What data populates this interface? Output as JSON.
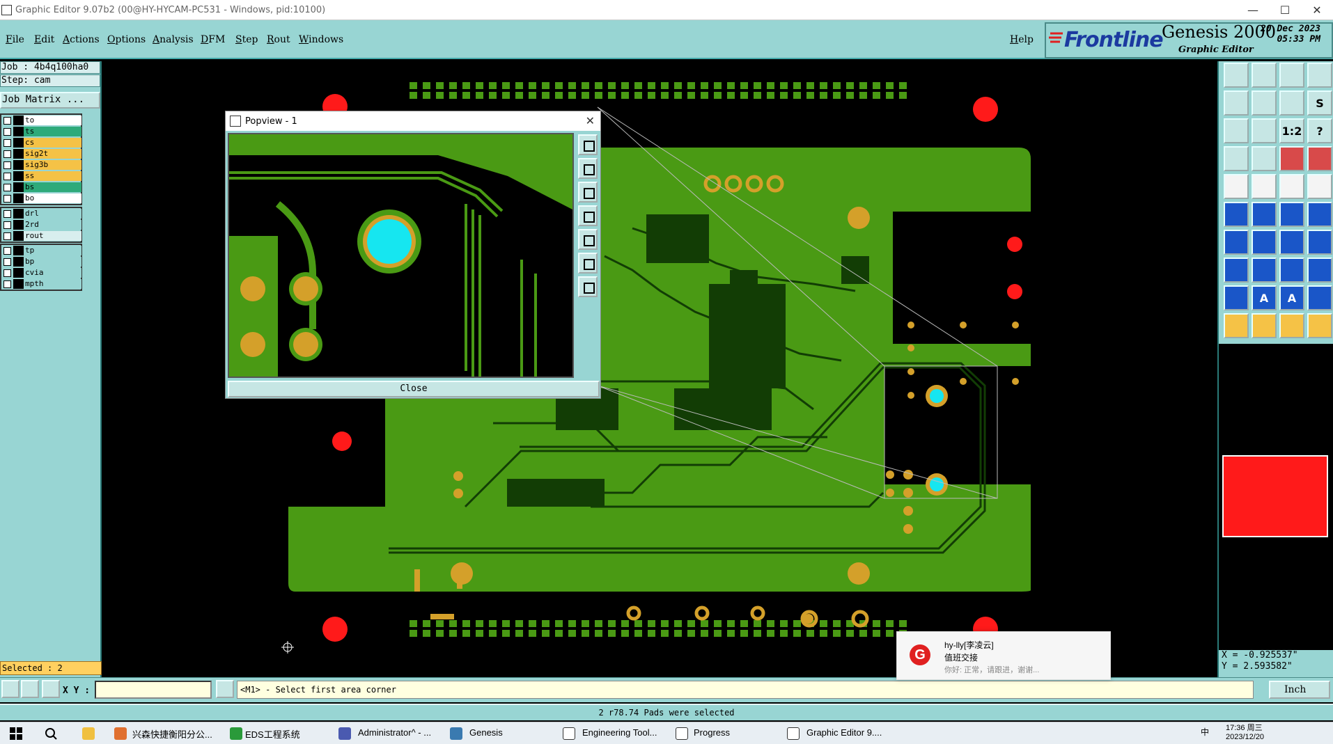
{
  "window": {
    "title": "Graphic Editor 9.07b2 (00@HY-HYCAM-PC531 - Windows, pid:10100)",
    "minimize": "—",
    "maximize": "☐",
    "close": "✕"
  },
  "menu": {
    "items": [
      "File",
      "Edit",
      "Actions",
      "Options",
      "Analysis",
      "DFM",
      "Step",
      "Rout",
      "Windows"
    ],
    "help": "Help"
  },
  "brand": {
    "company": "Frontline",
    "product": "Genesis 2000",
    "subtitle": "Graphic Editor",
    "date": "20 Dec 2023",
    "time": "05:33 PM"
  },
  "job": {
    "job_line": "Job : 4b4q100ha0",
    "step_line": "Step: cam",
    "matrix_button": "Job Matrix ..."
  },
  "layers": {
    "board": [
      {
        "name": "to",
        "color": "#ffffff"
      },
      {
        "name": "ts",
        "color": "#2eaa7a"
      },
      {
        "name": "cs",
        "color": "#f5c246"
      },
      {
        "name": "sig2t",
        "color": "#f5c246"
      },
      {
        "name": "sig3b",
        "color": "#f5c246"
      },
      {
        "name": "ss",
        "color": "#f5c246"
      },
      {
        "name": "bs",
        "color": "#2eaa7a"
      },
      {
        "name": "bo",
        "color": "#ffffff"
      }
    ],
    "drill": [
      {
        "name": "drl",
        "color": "#98d5d3"
      },
      {
        "name": "2rd",
        "color": "#98d5d3"
      },
      {
        "name": "rout",
        "color": "#d8eeee"
      }
    ],
    "misc": [
      {
        "name": "tp",
        "color": "#98d5d3"
      },
      {
        "name": "bp",
        "color": "#98d5d3"
      },
      {
        "name": "cvia",
        "color": "#98d5d3"
      },
      {
        "name": "mpth",
        "color": "#98d5d3"
      }
    ]
  },
  "selected": "Selected : 2",
  "coords": {
    "xy_label": "X Y :",
    "xy_value": "",
    "prompt": "<M1> - Select first area corner",
    "units": "Inch",
    "readout_x": "X = -0.925537\"",
    "readout_y": "Y = 2.593582\""
  },
  "status": "2 r78.74 Pads were selected",
  "popview": {
    "title": "Popview - 1",
    "close_button": "Close"
  },
  "notification": {
    "sender": "hy-lly[李凌云]",
    "subject": "值班交接",
    "preview": "你好:                  正常，请跟进，谢谢..."
  },
  "taskbar": {
    "items": [
      "兴森快捷衡阳分公...",
      "EDS工程系统",
      "Administrator^ - ...",
      "Genesis",
      "Engineering Tool...",
      "Progress",
      "Graphic Editor 9...."
    ],
    "clock_time": "17:36 周三",
    "clock_date": "2023/12/20",
    "ime": "中"
  },
  "colors": {
    "pcb_green": "#4a9a14",
    "pcb_dark": "#2f6e0a",
    "pad_gold": "#d4a02a",
    "drill_red": "#ff1a1a",
    "via_cyan": "#16e6f0",
    "panel_teal": "#98d5d3"
  }
}
